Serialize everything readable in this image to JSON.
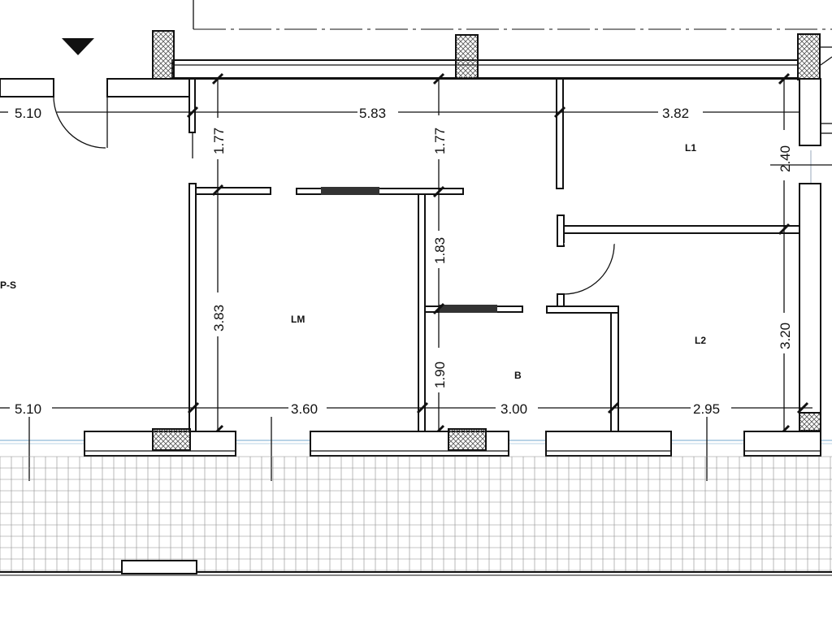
{
  "rooms": {
    "ps": "P-S",
    "lm": "LM",
    "b": "B",
    "l1": "L1",
    "l2": "L2"
  },
  "dimensions": {
    "top_left_span": "5.10",
    "top_middle_span": "5.83",
    "top_right_span": "3.82",
    "left_upper_height": "1.77",
    "middle_upper_height": "1.77",
    "right_upper_height": "2.40",
    "left_lower_height": "3.83",
    "middle_mid_height": "1.83",
    "middle_lower_height": "1.90",
    "right_lower_height": "3.20",
    "bottom_left_span": "5.10",
    "bottom_lm_span": "3.60",
    "bottom_b_span": "3.00",
    "bottom_l2_span": "2.95"
  },
  "colors": {
    "line": "#111111",
    "hatch": "#555555",
    "grid": "#8c8c8c",
    "accent": "#b9d3e6"
  }
}
